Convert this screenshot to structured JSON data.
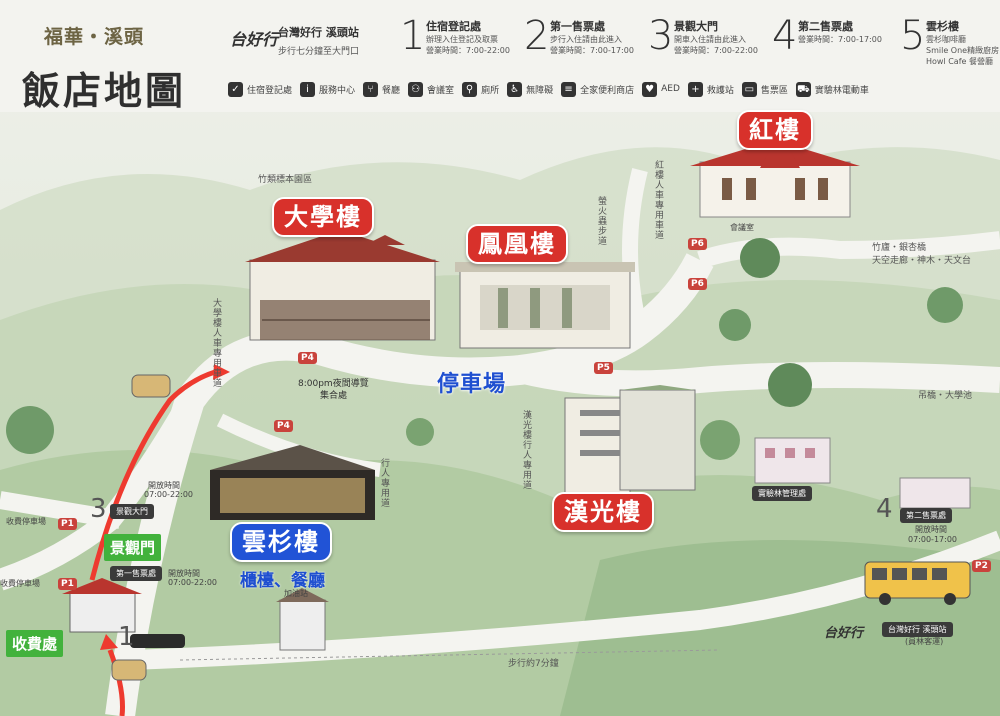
{
  "header": {
    "brand_sub": "福華・溪頭",
    "brand_title": "飯店地圖",
    "logo_mark": "台好行",
    "logo_station": "台灣好行 溪頭站",
    "logo_walk": "步行七分鐘至大門口"
  },
  "steps": [
    {
      "num": "1",
      "title": "住宿登記處",
      "d1": "辦理入住登記及取票",
      "d2": "營業時間：7:00-22:00",
      "d3": ""
    },
    {
      "num": "2",
      "title": "第一售票處",
      "d1": "步行入住請由此進入",
      "d2": "營業時間：7:00-17:00",
      "d3": ""
    },
    {
      "num": "3",
      "title": "景觀大門",
      "d1": "開車入住請由此進入",
      "d2": "營業時間：7:00-22:00",
      "d3": ""
    },
    {
      "num": "4",
      "title": "第二售票處",
      "d1": "營業時間：7:00-17:00",
      "d2": "",
      "d3": ""
    },
    {
      "num": "5",
      "title": "雲杉樓",
      "d1": "雲杉咖啡廳",
      "d2": "Smile One精緻廚房",
      "d3": "Howl Cafe 餐營廳"
    }
  ],
  "legend": [
    {
      "icon": "check-icon",
      "label": "住宿登記處"
    },
    {
      "icon": "info-icon",
      "label": "服務中心"
    },
    {
      "icon": "fork-knife-icon",
      "label": "餐廳"
    },
    {
      "icon": "meeting-icon",
      "label": "會議室"
    },
    {
      "icon": "restroom-icon",
      "label": "廁所"
    },
    {
      "icon": "wheelchair-icon",
      "label": "無障礙"
    },
    {
      "icon": "store-icon",
      "label": "全家便利商店"
    },
    {
      "icon": "aed-icon",
      "label": "AED"
    },
    {
      "icon": "first-aid-icon",
      "label": "救護站"
    },
    {
      "icon": "ticket-icon",
      "label": "售票區"
    },
    {
      "icon": "cart-icon",
      "label": "實驗林電動車"
    }
  ],
  "buildings": {
    "red_house": "紅樓",
    "university": "大學樓",
    "phoenix": "鳳凰樓",
    "hanguang": "漢光樓",
    "yunshan": "雲杉樓",
    "yunshan_sub": "櫃檯、餐廳",
    "parking": "停車場"
  },
  "labels": {
    "bamboo_garden": "竹類標本園區",
    "firefly_path": "螢火蟲步道",
    "red_house_road": "紅樓人車專用車道",
    "university_road": "大學樓人車專用車道",
    "meeting_room": "會議室",
    "bamboo_road": "竹廬・銀杏橋",
    "skywalk": "天空走廊・神木・天文台",
    "suspension": "吊橋・大學池",
    "night_tour": "8:00pm夜間導覽",
    "meeting_point": "集合處",
    "hanguang_path": "漢光樓行人專用道",
    "pedestrian": "行人專用道",
    "gas_station": "加油站",
    "mgmt_office": "實驗林管理處",
    "second_ticket": "第二售票處",
    "open_time_2": "開放時間",
    "open_hours_2": "07:00-17:00",
    "bus_stop": "台灣好行 溪頭站",
    "bus_sub": "(員林客運)",
    "walk7": "步行約7分鐘",
    "fee_parking_1": "收費停車場",
    "fee_parking_2": "收費停車場",
    "scenic_gate_label": "景觀大門",
    "first_ticket": "第一售票處",
    "open_time_a": "開放時間",
    "open_hours_a": "07:00-22:00",
    "open_time_b": "開放時間",
    "open_hours_b": "07:00-22:00",
    "jingguanmen": "景觀門",
    "toll": "收費處",
    "num1": "1",
    "num3": "3",
    "num4": "4",
    "logo_small": "台好行"
  },
  "parking_badges": [
    "P1",
    "P1",
    "P2",
    "P4",
    "P4",
    "P5",
    "P6",
    "P6"
  ],
  "colors": {
    "accent_red": "#d8312b",
    "accent_blue": "#2153d6",
    "route_red": "#ee3a2f",
    "toll_green": "#42b23c"
  }
}
